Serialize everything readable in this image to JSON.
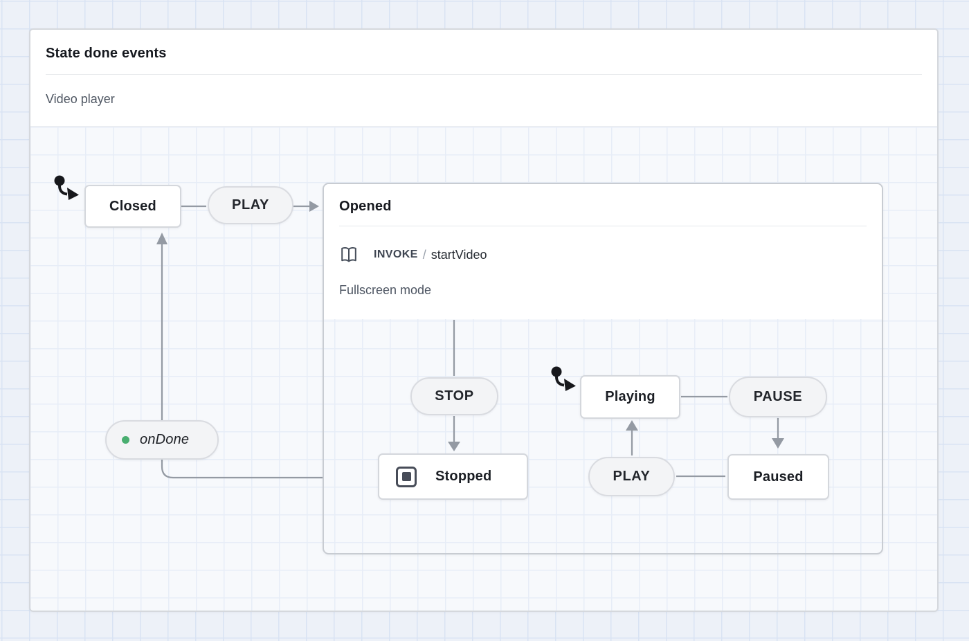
{
  "card": {
    "title": "State done events",
    "subtitle": "Video player"
  },
  "diagram": {
    "states": {
      "closed": {
        "label": "Closed"
      },
      "opened": {
        "label": "Opened",
        "invoke_keyword": "INVOKE",
        "invoke_separator": "/",
        "invoke_service": "startVideo",
        "description": "Fullscreen mode"
      },
      "stopped": {
        "label": "Stopped"
      },
      "playing": {
        "label": "Playing"
      },
      "paused": {
        "label": "Paused"
      }
    },
    "events": {
      "play_to_opened": {
        "label": "PLAY"
      },
      "stop": {
        "label": "STOP"
      },
      "pause": {
        "label": "PAUSE"
      },
      "play_to_playing": {
        "label": "PLAY"
      },
      "on_done": {
        "label": "onDone"
      }
    },
    "icons": {
      "initial_state": "initial-state-indicator",
      "final_state": "final-state-icon",
      "invoke": "open-book-icon",
      "done_event": "green-dot-icon"
    }
  },
  "colors": {
    "canvas_bg": "#edf1f8",
    "canvas_grid": "#d9e3f3",
    "card_bg": "#f7f9fc",
    "card_grid": "#e7edf7",
    "card_border": "#d5d8dd",
    "state_bg": "#ffffff",
    "state_border": "#d4d7dc",
    "compound_border": "#c8ccd2",
    "pill_bg": "#f3f4f6",
    "pill_border": "#d9dbe0",
    "edge": "#949aa3",
    "text_dark": "#15181e",
    "text_gray": "#4e5662",
    "done_green": "#49ae70",
    "final_icon": "#474c58",
    "initial_indicator": "#17181c"
  }
}
